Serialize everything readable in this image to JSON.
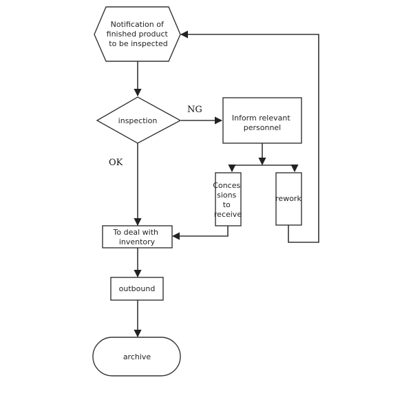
{
  "diagram": {
    "type": "flowchart",
    "nodes": {
      "notification": {
        "shape": "hexagon",
        "lines": [
          "Notification of",
          "finished product",
          "to be inspected"
        ]
      },
      "inspection": {
        "shape": "diamond",
        "lines": [
          "inspection"
        ]
      },
      "inform": {
        "shape": "rectangle",
        "lines": [
          "Inform relevant",
          "personnel"
        ]
      },
      "concessions": {
        "shape": "rectangle",
        "lines": [
          "Conces",
          "sions",
          "to",
          "receive"
        ]
      },
      "rework": {
        "shape": "rectangle",
        "lines": [
          "rework"
        ]
      },
      "inventory": {
        "shape": "rectangle",
        "lines": [
          "To deal with",
          "inventory"
        ]
      },
      "outbound": {
        "shape": "rectangle",
        "lines": [
          "outbound"
        ]
      },
      "archive": {
        "shape": "terminator",
        "lines": [
          "archive"
        ]
      }
    },
    "edges": [
      {
        "from": "notification",
        "to": "inspection",
        "label": ""
      },
      {
        "from": "inspection",
        "to": "inform",
        "label": "NG"
      },
      {
        "from": "inspection",
        "to": "inventory",
        "label": "OK"
      },
      {
        "from": "inform",
        "to": "concessions",
        "label": ""
      },
      {
        "from": "inform",
        "to": "rework",
        "label": ""
      },
      {
        "from": "concessions",
        "to": "inventory",
        "label": ""
      },
      {
        "from": "rework",
        "to": "notification",
        "label": ""
      },
      {
        "from": "inventory",
        "to": "outbound",
        "label": ""
      },
      {
        "from": "outbound",
        "to": "archive",
        "label": ""
      }
    ],
    "labels": {
      "ng": "NG",
      "ok": "OK"
    }
  }
}
